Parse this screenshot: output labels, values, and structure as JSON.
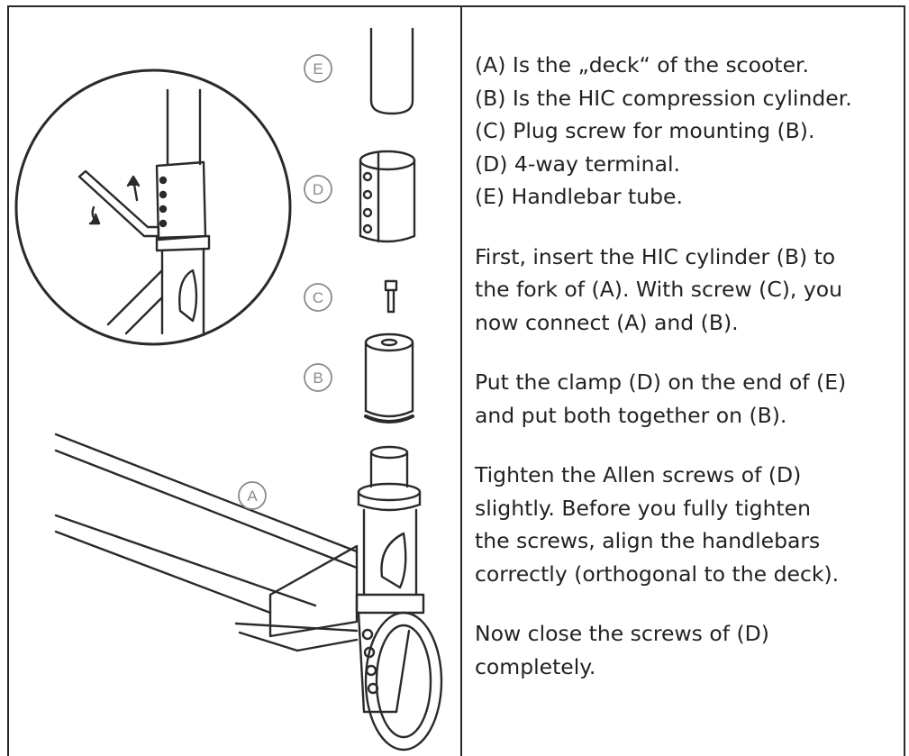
{
  "labels": {
    "e": "E",
    "d": "D",
    "c": "C",
    "b": "B",
    "a": "A"
  },
  "legend": [
    "(A)  Is the „deck“ of the scooter.",
    "(B)  Is the HIC compression cylinder.",
    "(C)  Plug screw for mounting (B).",
    "(D)  4-way terminal.",
    "(E)  Handlebar tube."
  ],
  "paragraphs": [
    [
      "First, insert the HIC cylinder (B) to",
      "the fork of (A). With screw (C), you",
      "now connect (A) and (B)."
    ],
    [
      "Put the clamp (D) on the end of (E)",
      "and put both together on (B)."
    ],
    [
      "Tighten the Allen screws of (D)",
      "slightly. Before you fully tighten",
      "the screws, align the handlebars",
      "correctly (orthogonal to the deck)."
    ],
    [
      "Now close the screws of (D)",
      "completely."
    ]
  ],
  "colors": {
    "line": "#2a2a2a",
    "text": "#222222",
    "label_circle": "#8a8a8a"
  },
  "icons": {
    "allen-key": "allen-key-icon",
    "rotation-arrows": "rotation-arrows-icon"
  }
}
